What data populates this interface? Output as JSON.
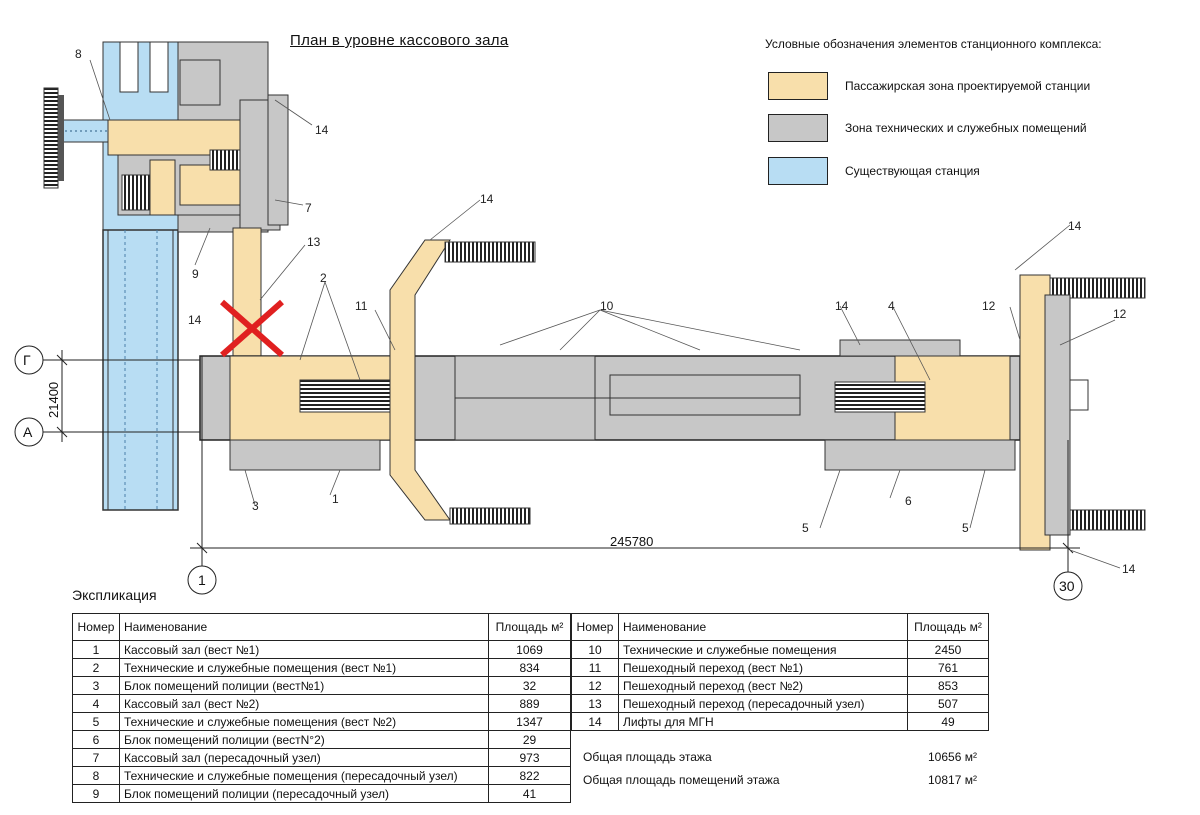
{
  "title": "План в уровне кассового зала",
  "legend": {
    "title": "Условные обозначения элементов станционного комплекса:",
    "items": [
      {
        "label": "Пассажирская зона проектируемой станции",
        "color": "#f8dfab"
      },
      {
        "label": "Зона технических и служебных помещений",
        "color": "#c7c7c7"
      },
      {
        "label": "Существующая станция",
        "color": "#b8ddf3"
      }
    ]
  },
  "axes": {
    "g": "Г",
    "a": "А",
    "n1": "1",
    "n30": "30",
    "width_dim": "21400",
    "length_dim": "245780"
  },
  "callouts": {
    "c1": "1",
    "c2": "2",
    "c3": "3",
    "c4": "4",
    "c5a": "5",
    "c5b": "5",
    "c6": "6",
    "c7": "7",
    "c8": "8",
    "c9": "9",
    "c10": "10",
    "c11": "11",
    "c12a": "12",
    "c12b": "12",
    "c13": "13",
    "c14a": "14",
    "c14b": "14",
    "c14c": "14",
    "c14d": "14",
    "c14e": "14",
    "c14f": "14"
  },
  "explication": {
    "title": "Экспликация",
    "headers": {
      "num": "Номер",
      "name": "Наименование",
      "area": "Площадь м²"
    },
    "left_rows": [
      {
        "num": "1",
        "name": "Кассовый зал (вест №1)",
        "area": "1069"
      },
      {
        "num": "2",
        "name": "Технические и служебные помещения (вест №1)",
        "area": "834"
      },
      {
        "num": "3",
        "name": "Блок помещений полиции (вест№1)",
        "area": "32"
      },
      {
        "num": "4",
        "name": "Кассовый зал (вест №2)",
        "area": "889"
      },
      {
        "num": "5",
        "name": "Технические и служебные помещения (вест №2)",
        "area": "1347"
      },
      {
        "num": "6",
        "name": "Блок помещений полиции (вестN°2)",
        "area": "29"
      },
      {
        "num": "7",
        "name": "Кассовый зал (пересадочный узел)",
        "area": "973"
      },
      {
        "num": "8",
        "name": "Технические и служебные помещения (пересадочный узел)",
        "area": "822"
      },
      {
        "num": "9",
        "name": "Блок помещений полиции (пересадочный узел)",
        "area": "41"
      }
    ],
    "right_rows": [
      {
        "num": "10",
        "name": "Технические и служебные помещения",
        "area": "2450"
      },
      {
        "num": "11",
        "name": "Пешеходный переход (вест №1)",
        "area": "761"
      },
      {
        "num": "12",
        "name": "Пешеходный переход (вест №2)",
        "area": "853"
      },
      {
        "num": "13",
        "name": "Пешеходный переход (пересадочный узел)",
        "area": "507"
      },
      {
        "num": "14",
        "name": "Лифты для МГН",
        "area": "49"
      }
    ],
    "totals": [
      {
        "label": "Общая площадь этажа",
        "value": "10656 м²"
      },
      {
        "label": "Общая площадь помещений этажа",
        "value": "10817 м²"
      }
    ]
  }
}
